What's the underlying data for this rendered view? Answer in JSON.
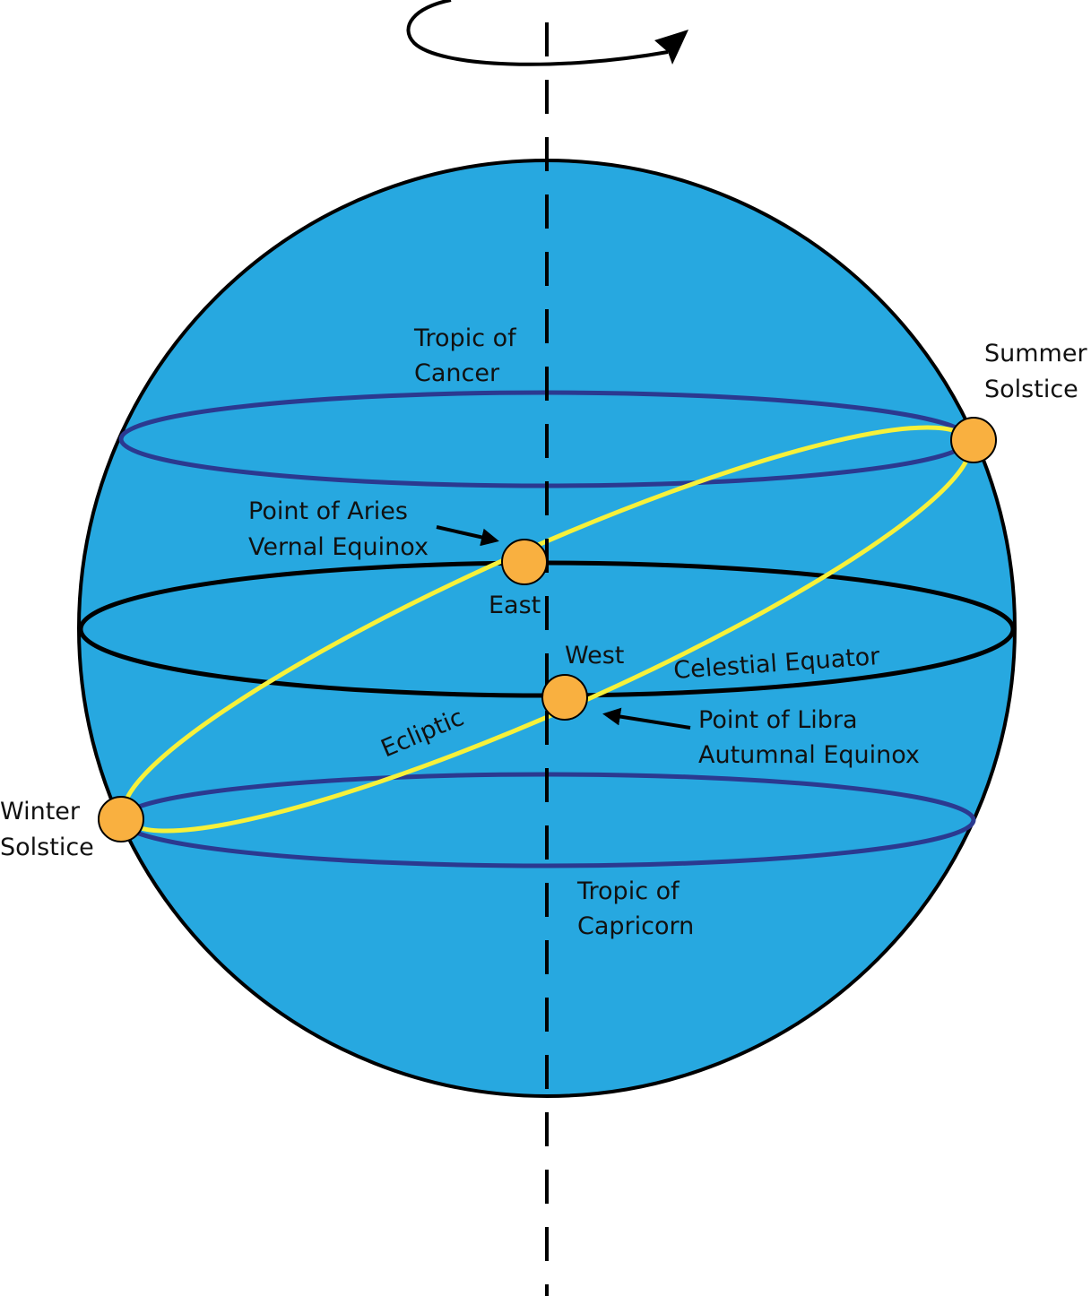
{
  "colors": {
    "sphere_fill": "#27a8e0",
    "outline": "#000000",
    "tropic_line": "#2b3990",
    "ecliptic_line": "#f7f13a",
    "marker_fill": "#f9b040"
  },
  "labels": {
    "tropic_cancer_line1": "Tropic of",
    "tropic_cancer_line2": "Cancer",
    "summer_solstice_line1": "Summer",
    "summer_solstice_line2": "Solstice",
    "point_aries_line1": "Point of Aries",
    "point_aries_line2": "Vernal Equinox",
    "east": "East",
    "west": "West",
    "celestial_equator": "Celestial Equator",
    "ecliptic": "Ecliptic",
    "point_libra_line1": "Point of Libra",
    "point_libra_line2": "Autumnal Equinox",
    "winter_solstice_line1": "Winter",
    "winter_solstice_line2": "Solstice",
    "tropic_capricorn_line1": "Tropic of",
    "tropic_capricorn_line2": "Capricorn"
  },
  "icons": {
    "rotation": "rotation-arrow-icon",
    "pointer": "arrow-pointer-icon"
  }
}
